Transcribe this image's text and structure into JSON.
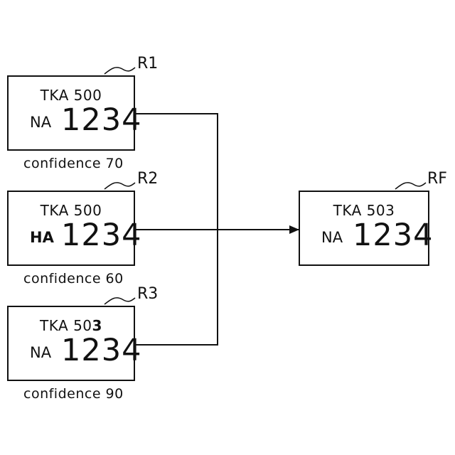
{
  "readings": [
    {
      "ref": "R1",
      "top_prefix": "TKA 50",
      "top_last": "0",
      "last_bold": false,
      "kana": "NA",
      "kana_bold": false,
      "number": "1234",
      "confidence": "confidence 70"
    },
    {
      "ref": "R2",
      "top_prefix": "TKA 50",
      "top_last": "0",
      "last_bold": false,
      "kana": "HA",
      "kana_bold": true,
      "number": "1234",
      "confidence": "confidence 60"
    },
    {
      "ref": "R3",
      "top_prefix": "TKA 50",
      "top_last": "3",
      "last_bold": true,
      "kana": "NA",
      "kana_bold": false,
      "number": "1234",
      "confidence": "confidence 90"
    }
  ],
  "result": {
    "ref": "RF",
    "top": "TKA 503",
    "kana": "NA",
    "number": "1234"
  },
  "colors": {
    "stroke": "#111111",
    "background": "#ffffff"
  }
}
